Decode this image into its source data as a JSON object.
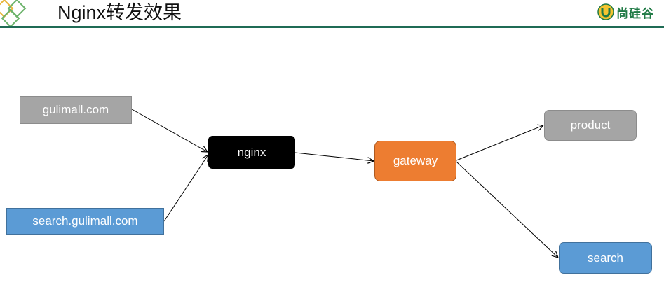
{
  "header": {
    "title": "Nginx转发效果",
    "brand_name": "尚硅谷",
    "brand_color": "#1f7a45",
    "rule_color": "#1f6b55"
  },
  "diagram": {
    "nodes": {
      "gulimall": {
        "label": "gulimall.com",
        "color": "#a5a5a5"
      },
      "search_gulimall": {
        "label": "search.gulimall.com",
        "color": "#5b9bd5"
      },
      "nginx": {
        "label": "nginx",
        "color": "#000000"
      },
      "gateway": {
        "label": "gateway",
        "color": "#ed7d31"
      },
      "product": {
        "label": "product",
        "color": "#a5a5a5"
      },
      "search": {
        "label": "search",
        "color": "#5b9bd5"
      }
    },
    "edges": [
      {
        "from": "gulimall.com",
        "to": "nginx"
      },
      {
        "from": "search.gulimall.com",
        "to": "nginx"
      },
      {
        "from": "nginx",
        "to": "gateway"
      },
      {
        "from": "gateway",
        "to": "product"
      },
      {
        "from": "gateway",
        "to": "search"
      }
    ]
  }
}
